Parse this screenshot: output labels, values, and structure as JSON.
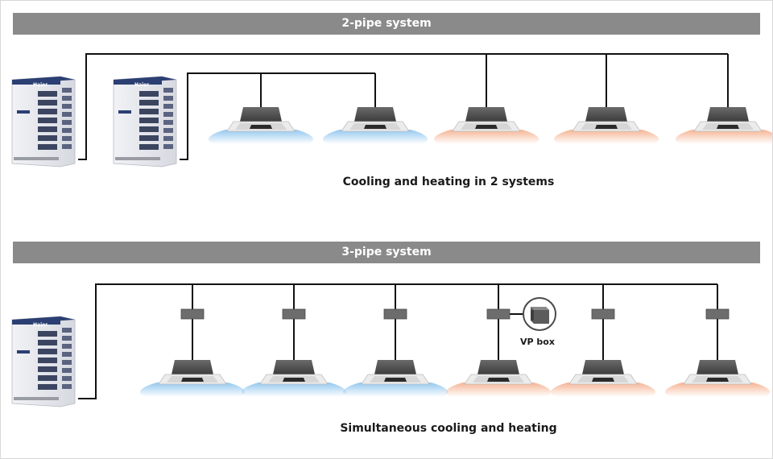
{
  "two_pipe": {
    "header": "2-pipe system",
    "caption": "Cooling and heating in 2 systems",
    "brand": "Haier",
    "units": [
      {
        "mode": "cooling"
      },
      {
        "mode": "cooling"
      },
      {
        "mode": "heating"
      },
      {
        "mode": "heating"
      },
      {
        "mode": "heating"
      }
    ]
  },
  "three_pipe": {
    "header": "3-pipe system",
    "caption": "Simultaneous cooling and heating",
    "brand": "Haier",
    "vp_box_label": "VP box",
    "units": [
      {
        "mode": "cooling"
      },
      {
        "mode": "cooling"
      },
      {
        "mode": "cooling"
      },
      {
        "mode": "heating"
      },
      {
        "mode": "heating"
      },
      {
        "mode": "heating"
      }
    ]
  },
  "colors": {
    "header_bar": "#8a8a8a",
    "pipe": "#111111",
    "cooling_airflow": "#8ec5ee",
    "heating_airflow": "#f5b08f",
    "outdoor_unit_body": "#e6e8ee",
    "outdoor_unit_top": "#2b3f73"
  }
}
